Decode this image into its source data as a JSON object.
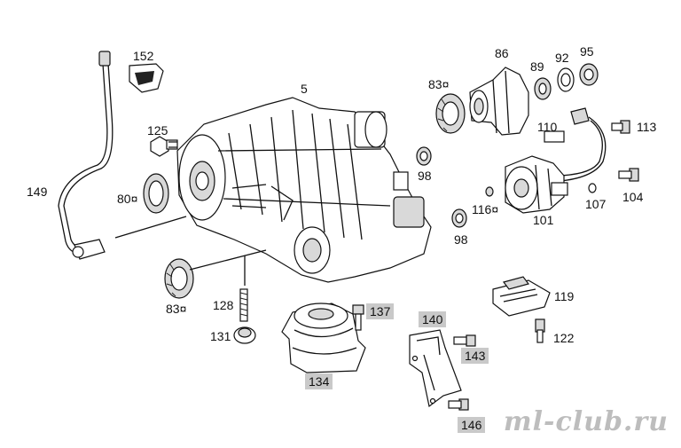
{
  "diagram": {
    "labels": {
      "p5": "5",
      "p80": "80",
      "p83a": "83",
      "p83b": "83",
      "p86": "86",
      "p89": "89",
      "p92": "92",
      "p95": "95",
      "p98a": "98",
      "p98b": "98",
      "p101": "101",
      "p104": "104",
      "p107": "107",
      "p110": "110",
      "p113": "113",
      "p116": "116",
      "p119": "119",
      "p122": "122",
      "p125": "125",
      "p128": "128",
      "p131": "131",
      "p134": "134",
      "p137": "137",
      "p140": "140",
      "p143": "143",
      "p146": "146",
      "p149": "149",
      "p152": "152"
    },
    "marker_symbol": "¤",
    "watermark": "ml-club.ru"
  }
}
